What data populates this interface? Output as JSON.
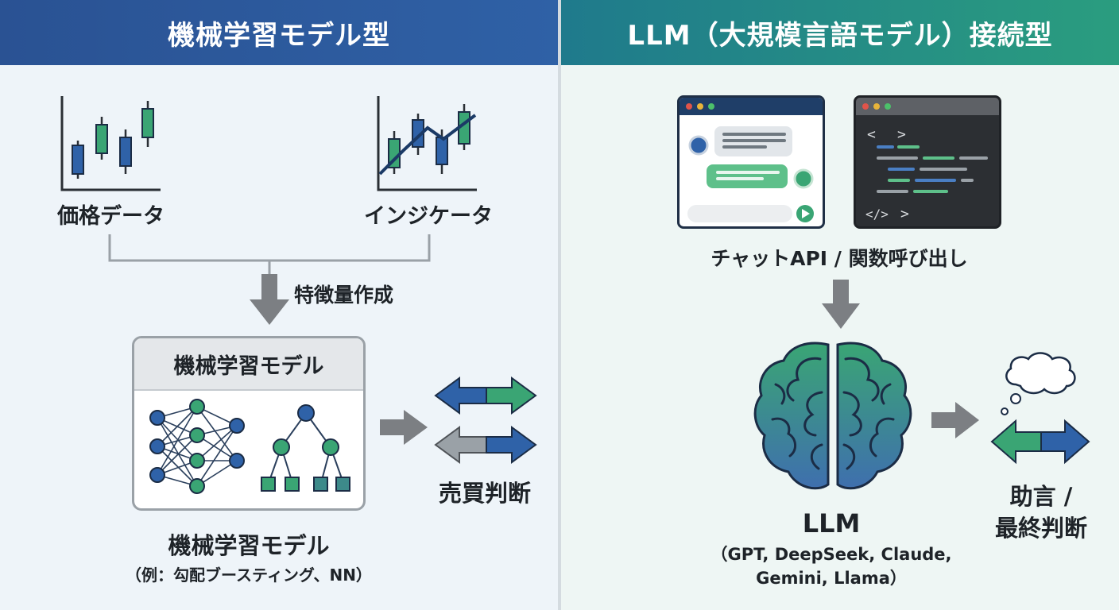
{
  "left": {
    "title": "機械学習モデル型",
    "price_label": "価格データ",
    "indicator_label": "インジケータ",
    "feature_label": "特徴量作成",
    "model_box_title": "機械学習モデル",
    "decision_label": "売買判断",
    "model_caption": "機械学習モデル",
    "model_example": "（例：勾配ブースティング、NN）"
  },
  "right": {
    "title": "LLM（大規模言語モデル）接続型",
    "api_label": "チャットAPI / 関数呼び出し",
    "llm_label": "LLM",
    "llm_examples_1": "（GPT, DeepSeek, Claude,",
    "llm_examples_2": "Gemini, Llama）",
    "advice_label_1": "助言 /",
    "advice_label_2": "最終判断"
  },
  "colors": {
    "blue": "#2f62a8",
    "green": "#3aa574",
    "teal": "#2a9d7f",
    "gray_arrow": "#7c7f83",
    "line_gray": "#9aa1a7"
  },
  "icons": [
    "candlestick-chart-icon",
    "indicator-chart-icon",
    "down-arrow-icon",
    "neural-network-icon",
    "decision-tree-icon",
    "right-arrow-icon",
    "swap-arrows-icon",
    "chat-window-icon",
    "code-window-icon",
    "brain-icon",
    "thought-bubble-icon",
    "double-arrow-icon"
  ]
}
